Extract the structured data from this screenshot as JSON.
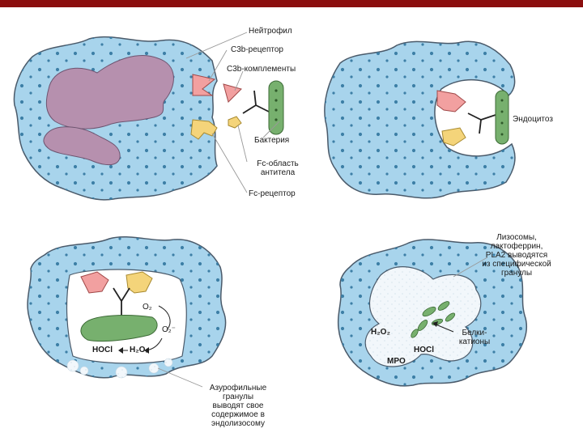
{
  "labels": {
    "neutrophil": "Нейтрофил",
    "c3b_receptor": "С3b-рецептор",
    "c3b_complement": "С3b-комплементы",
    "bacterium": "Бактерия",
    "fc_region": "Fc-область\nантитела",
    "fc_receptor": "Fc-рецептор",
    "endocytosis": "Эндоцитоз",
    "lysosomes": "Лизосомы,\nлактоферрин,\nPLA2 выводятся\nиз специфической\nгранулы",
    "azurophil": "Азурофильные\nгранулы\nвыводят свое\nсодержимое в\nэндолизосому",
    "cationic_proteins": "Белки-\nкатионы",
    "o2": "O₂",
    "o2_radical": "O₂⁻",
    "h2o2_1": "H₂O₂",
    "hocl_1": "HOCl",
    "h2o2_2": "H₂O₂",
    "hocl_2": "HOCl",
    "mpo": "MPO"
  },
  "colors": {
    "cytoplasm": "#a8d4ec",
    "outline": "#4a5a6a",
    "dots": "#3d7fa6",
    "nucleus": "#b690ae",
    "bacterium": "#77b06e",
    "c3b": "#f2a0a0",
    "fc": "#f4d47a",
    "band": "#8b0e0e"
  }
}
